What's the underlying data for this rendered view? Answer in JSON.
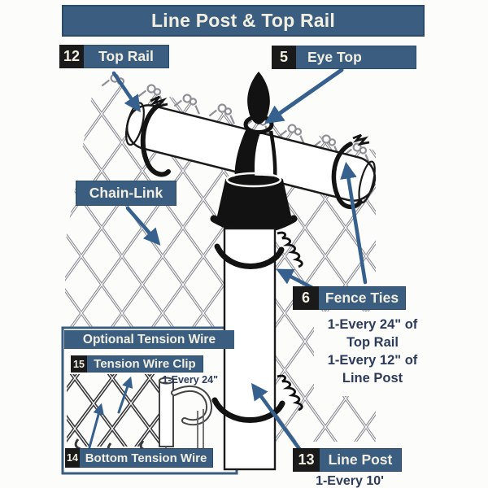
{
  "title": "Line Post & Top Rail",
  "labels": {
    "top_rail": {
      "num": "12",
      "text": "Top Rail"
    },
    "eye_top": {
      "num": "5",
      "text": "Eye Top"
    },
    "chain_link": {
      "text": "Chain-Link"
    },
    "fence_ties": {
      "num": "6",
      "text": "Fence Ties",
      "notes": [
        "1-Every 24\" of",
        "Top Rail",
        "1-Every 12\" of",
        "Line Post"
      ]
    },
    "line_post": {
      "num": "13",
      "text": "Line Post",
      "note": "1-Every 10'"
    }
  },
  "optional_box": {
    "header": "Optional Tension Wire",
    "tension_wire_clip": {
      "num": "15",
      "text": "Tension Wire Clip",
      "note": "1-Every 24\""
    },
    "bottom_tension_wire": {
      "num": "14",
      "text": "Bottom Tension Wire"
    }
  },
  "colors": {
    "banner": "#3a5d80",
    "banner_border": "#2b4a69",
    "number_bg": "#1a1a1a",
    "label_text": "#f2efe0",
    "note_text": "#2c3b5c",
    "arrow": "#36618e",
    "mesh": "#8f9098",
    "mesh_dark": "#3a3a3e",
    "outline": "#1a1a1a",
    "background": "#fcfcfa"
  }
}
